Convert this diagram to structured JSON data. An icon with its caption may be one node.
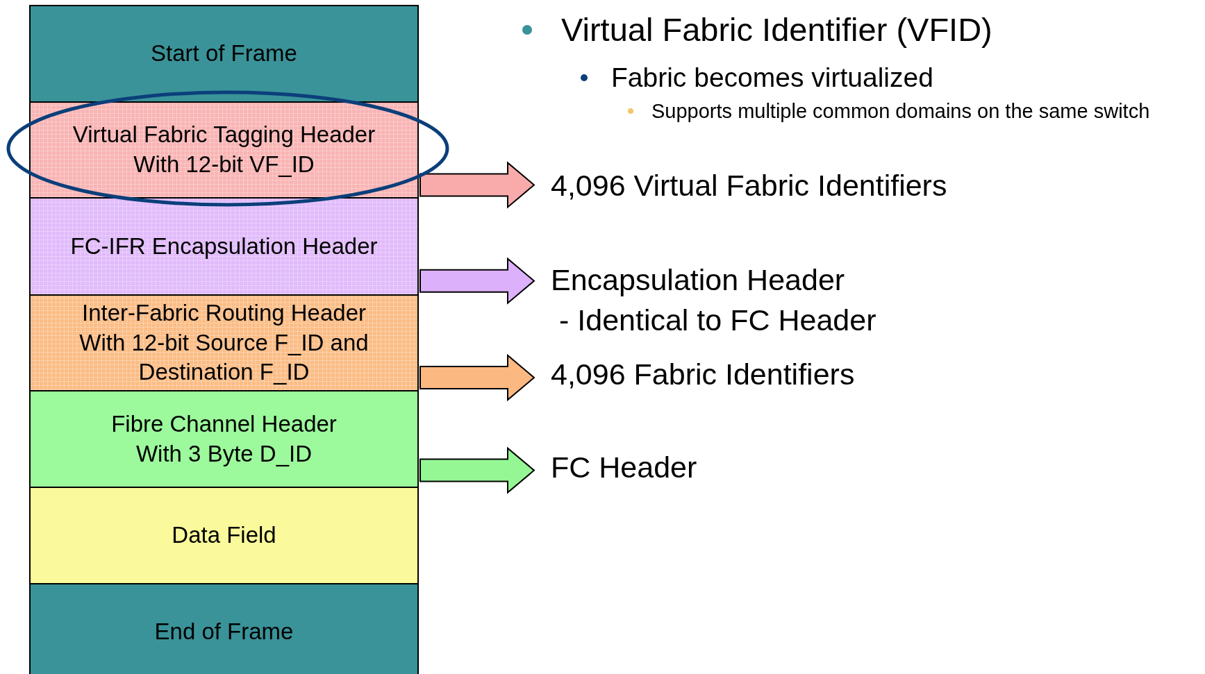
{
  "diagram": {
    "nodes": [
      {
        "text": [
          "Start of Frame"
        ]
      },
      {
        "text": [
          "Virtual Fabric Tagging Header With 12-bit VF_ID"
        ]
      },
      {
        "text": [
          "FC-IFR Encapsulation Header"
        ]
      },
      {
        "text": [
          "Inter-Fabric Routing Header With 12-bit Source F_ID and Destination F_ID"
        ]
      },
      {
        "text": [
          "Fibre Channel Header With 3 Byte D_ID"
        ]
      },
      {
        "text": [
          "Data Field"
        ]
      },
      {
        "text": [
          "End of Frame"
        ]
      },
      {
        "text": [
          "4,096 Virtual Fabric Identifiers"
        ]
      },
      {
        "text": [
          "Encapsulation Header",
          "- Identical to FC Header"
        ]
      },
      {
        "text": [
          "4,096 Fabric Identifiers"
        ]
      },
      {
        "text": [
          "FC Header"
        ]
      }
    ],
    "edges": [
      {
        "from": 1,
        "to": 7,
        "arrow": "to",
        "color": "#f9aaaa"
      },
      {
        "from": 2,
        "to": 8,
        "arrow": "to",
        "color": "#dcb0fa"
      },
      {
        "from": 3,
        "to": 9,
        "arrow": "to",
        "color": "#fbb880"
      },
      {
        "from": 4,
        "to": 10,
        "arrow": "to",
        "color": "#94f794"
      }
    ],
    "labels": [
      "Virtual Fabric Identifier (VFID)",
      "Fabric becomes virtualized",
      "Supports multiple common domains on the same switch"
    ]
  }
}
